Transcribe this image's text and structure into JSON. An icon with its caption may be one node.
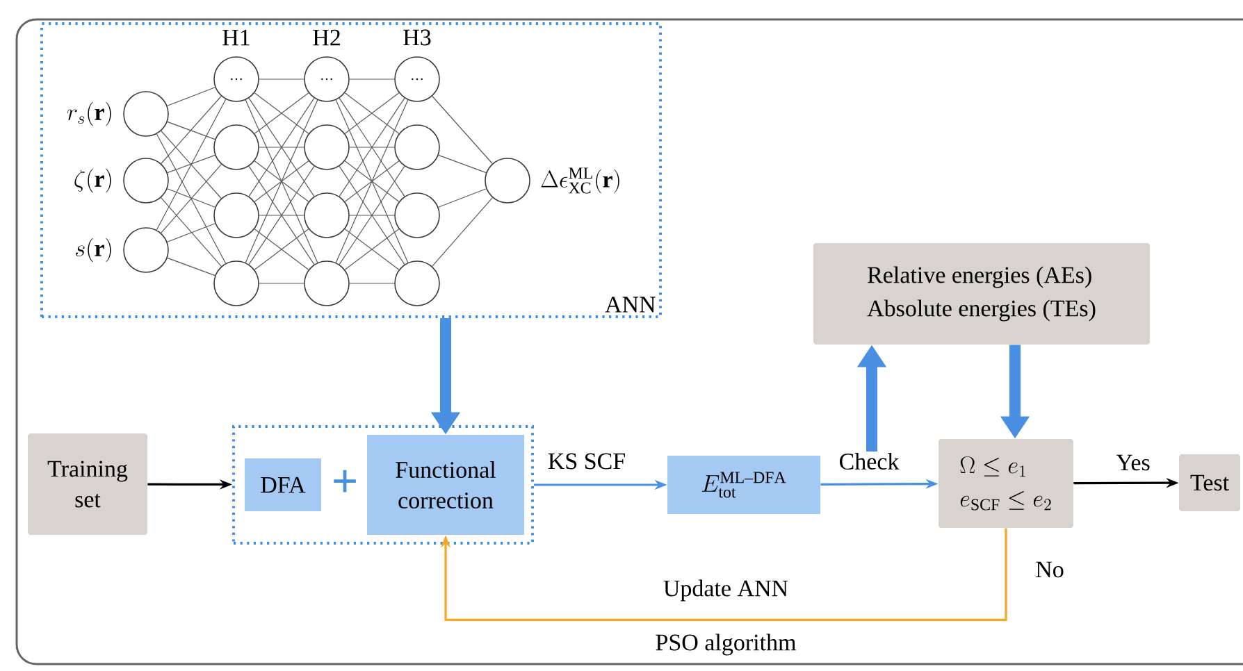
{
  "diagram": {
    "nodes": [
      {
        "text": [
          "ANN"
        ]
      },
      {
        "text": [],
        "shape": "circle",
        "in": 0,
        "beside": [
          "r_s(\\mathbf{r})"
        ]
      },
      {
        "text": [],
        "shape": "circle",
        "in": 0,
        "beside": [
          "\\zeta(\\mathbf{r})"
        ]
      },
      {
        "text": [],
        "shape": "circle",
        "in": 0,
        "beside": [
          "s(\\mathbf{r})"
        ]
      },
      {
        "text": [
          "…"
        ],
        "in": 0
      },
      {
        "text": [],
        "shape": "circle",
        "in": 0
      },
      {
        "text": [],
        "shape": "circle",
        "in": 0
      },
      {
        "text": [],
        "shape": "circle",
        "in": 0
      },
      {
        "text": [
          "…"
        ],
        "in": 0
      },
      {
        "text": [],
        "shape": "circle",
        "in": 0
      },
      {
        "text": [],
        "shape": "circle",
        "in": 0
      },
      {
        "text": [],
        "shape": "circle",
        "in": 0
      },
      {
        "text": [
          "…"
        ],
        "in": 0
      },
      {
        "text": [],
        "shape": "circle",
        "in": 0
      },
      {
        "text": [],
        "shape": "circle",
        "in": 0
      },
      {
        "text": [],
        "shape": "circle",
        "in": 0
      },
      {
        "text": [],
        "shape": "circle",
        "in": 0,
        "beside": [
          "\\Delta\\epsilon_{\\mathrm{XC}}^{\\mathrm{ML}}(\\mathbf{r})"
        ]
      },
      {
        "text": [
          "Relative energies (AEs)",
          "Absolute energies (TEs)"
        ]
      },
      {
        "text": [
          "Training set"
        ]
      },
      {
        "text": [],
        "shape": "box"
      },
      {
        "text": [
          "DFA"
        ],
        "in": 19
      },
      {
        "text": [
          "Functional correction"
        ],
        "in": 19
      },
      {
        "text": [
          "E_{\\mathrm{tot}}^{\\mathrm{ML\\text{–}DFA}}"
        ]
      },
      {
        "text": [
          "\\Omega \\leq e_1",
          "e_{\\mathrm{SCF}} \\leq e_2"
        ]
      },
      {
        "text": [
          "Test"
        ]
      }
    ],
    "edges": [
      {
        "from": 1,
        "to": 4,
        "arrow": "none"
      },
      {
        "from": 1,
        "to": 5,
        "arrow": "none"
      },
      {
        "from": 1,
        "to": 6,
        "arrow": "none"
      },
      {
        "from": 1,
        "to": 7,
        "arrow": "none"
      },
      {
        "from": 2,
        "to": 4,
        "arrow": "none"
      },
      {
        "from": 2,
        "to": 5,
        "arrow": "none"
      },
      {
        "from": 2,
        "to": 6,
        "arrow": "none"
      },
      {
        "from": 2,
        "to": 7,
        "arrow": "none"
      },
      {
        "from": 3,
        "to": 4,
        "arrow": "none"
      },
      {
        "from": 3,
        "to": 5,
        "arrow": "none"
      },
      {
        "from": 3,
        "to": 6,
        "arrow": "none"
      },
      {
        "from": 3,
        "to": 7,
        "arrow": "none"
      },
      {
        "from": 4,
        "to": 8,
        "arrow": "none"
      },
      {
        "from": 4,
        "to": 9,
        "arrow": "none"
      },
      {
        "from": 4,
        "to": 10,
        "arrow": "none"
      },
      {
        "from": 4,
        "to": 11,
        "arrow": "none"
      },
      {
        "from": 5,
        "to": 8,
        "arrow": "none"
      },
      {
        "from": 5,
        "to": 9,
        "arrow": "none"
      },
      {
        "from": 5,
        "to": 10,
        "arrow": "none"
      },
      {
        "from": 5,
        "to": 11,
        "arrow": "none"
      },
      {
        "from": 6,
        "to": 8,
        "arrow": "none"
      },
      {
        "from": 6,
        "to": 9,
        "arrow": "none"
      },
      {
        "from": 6,
        "to": 10,
        "arrow": "none"
      },
      {
        "from": 6,
        "to": 11,
        "arrow": "none"
      },
      {
        "from": 7,
        "to": 8,
        "arrow": "none"
      },
      {
        "from": 7,
        "to": 9,
        "arrow": "none"
      },
      {
        "from": 7,
        "to": 10,
        "arrow": "none"
      },
      {
        "from": 7,
        "to": 11,
        "arrow": "none"
      },
      {
        "from": 8,
        "to": 12,
        "arrow": "none"
      },
      {
        "from": 8,
        "to": 13,
        "arrow": "none"
      },
      {
        "from": 8,
        "to": 14,
        "arrow": "none"
      },
      {
        "from": 8,
        "to": 15,
        "arrow": "none"
      },
      {
        "from": 9,
        "to": 12,
        "arrow": "none"
      },
      {
        "from": 9,
        "to": 13,
        "arrow": "none"
      },
      {
        "from": 9,
        "to": 14,
        "arrow": "none"
      },
      {
        "from": 9,
        "to": 15,
        "arrow": "none"
      },
      {
        "from": 10,
        "to": 12,
        "arrow": "none"
      },
      {
        "from": 10,
        "to": 13,
        "arrow": "none"
      },
      {
        "from": 10,
        "to": 14,
        "arrow": "none"
      },
      {
        "from": 10,
        "to": 15,
        "arrow": "none"
      },
      {
        "from": 11,
        "to": 12,
        "arrow": "none"
      },
      {
        "from": 11,
        "to": 13,
        "arrow": "none"
      },
      {
        "from": 11,
        "to": 14,
        "arrow": "none"
      },
      {
        "from": 11,
        "to": 15,
        "arrow": "none"
      },
      {
        "from": 12,
        "to": 16,
        "arrow": "none"
      },
      {
        "from": 13,
        "to": 16,
        "arrow": "none"
      },
      {
        "from": 14,
        "to": 16,
        "arrow": "none"
      },
      {
        "from": 15,
        "to": 16,
        "arrow": "none"
      },
      {
        "from": 0,
        "to": 21,
        "arrow": "to",
        "style": "thick",
        "color": "#4a90e2"
      },
      {
        "from": 18,
        "to": 19,
        "arrow": "to",
        "color": "#000000"
      },
      {
        "from": 19,
        "to": 22,
        "arrow": "to",
        "label": "KS SCF",
        "color": "#4a90e2"
      },
      {
        "from": 22,
        "to": 23,
        "arrow": "to",
        "label": "Check",
        "color": "#4a90e2"
      },
      {
        "from": null,
        "to": 17,
        "arrow": "to",
        "style": "thick",
        "color": "#4a90e2"
      },
      {
        "from": 17,
        "to": 23,
        "arrow": "to",
        "style": "thick",
        "color": "#4a90e2"
      },
      {
        "from": 23,
        "to": 24,
        "arrow": "to",
        "label": "Yes",
        "color": "#000000"
      },
      {
        "from": 23,
        "to": 21,
        "arrow": "to",
        "label": "No",
        "color": "#f5a623"
      }
    ],
    "labels": [
      "H1",
      "H2",
      "H3",
      "+",
      "Update ANN",
      "PSO algorithm"
    ]
  }
}
